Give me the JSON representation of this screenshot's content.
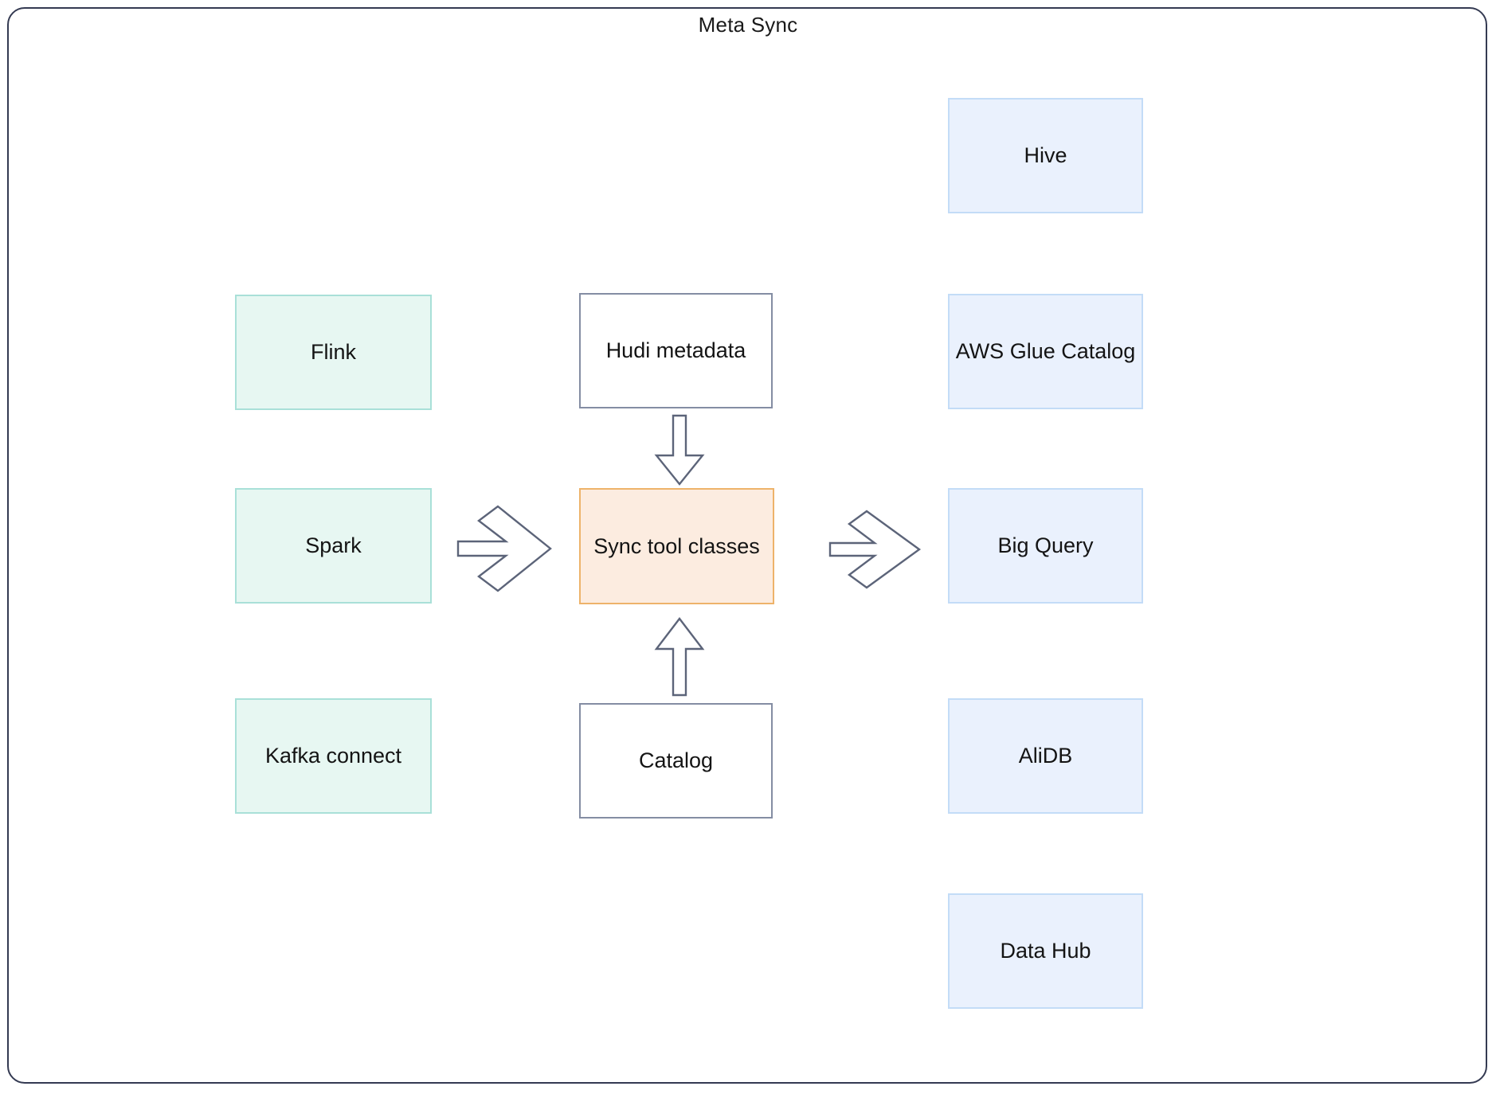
{
  "diagram": {
    "title": "Meta Sync",
    "canvas": {
      "border_color": "#343a52",
      "background": "#ffffff"
    },
    "palette": {
      "source_fill": "#e7f7f2",
      "source_border": "#a9e0d8",
      "core_fill": "#fcece0",
      "core_border": "#eeb36a",
      "plain_fill": "#ffffff",
      "plain_border": "#848da3",
      "target_fill": "#eaf1fd",
      "target_border": "#c3dcf7",
      "arrow_stroke": "#5c6479"
    },
    "sources": [
      {
        "label": "Flink"
      },
      {
        "label": "Spark"
      },
      {
        "label": "Kafka connect"
      }
    ],
    "center": {
      "top": {
        "label": "Hudi metadata"
      },
      "core": {
        "label": "Sync tool classes"
      },
      "bottom": {
        "label": "Catalog"
      }
    },
    "targets": [
      {
        "label": "Hive"
      },
      {
        "label": "AWS Glue Catalog"
      },
      {
        "label": "Big Query"
      },
      {
        "label": "AliDB"
      },
      {
        "label": "Data Hub"
      }
    ],
    "connections": [
      {
        "name": "sources-to-core",
        "direction": "right",
        "style": "block-chevron"
      },
      {
        "name": "core-to-targets",
        "direction": "right",
        "style": "block-chevron"
      },
      {
        "name": "hudi-metadata-to-core",
        "direction": "down",
        "style": "block-arrow"
      },
      {
        "name": "catalog-to-core",
        "direction": "up",
        "style": "block-arrow"
      }
    ]
  }
}
